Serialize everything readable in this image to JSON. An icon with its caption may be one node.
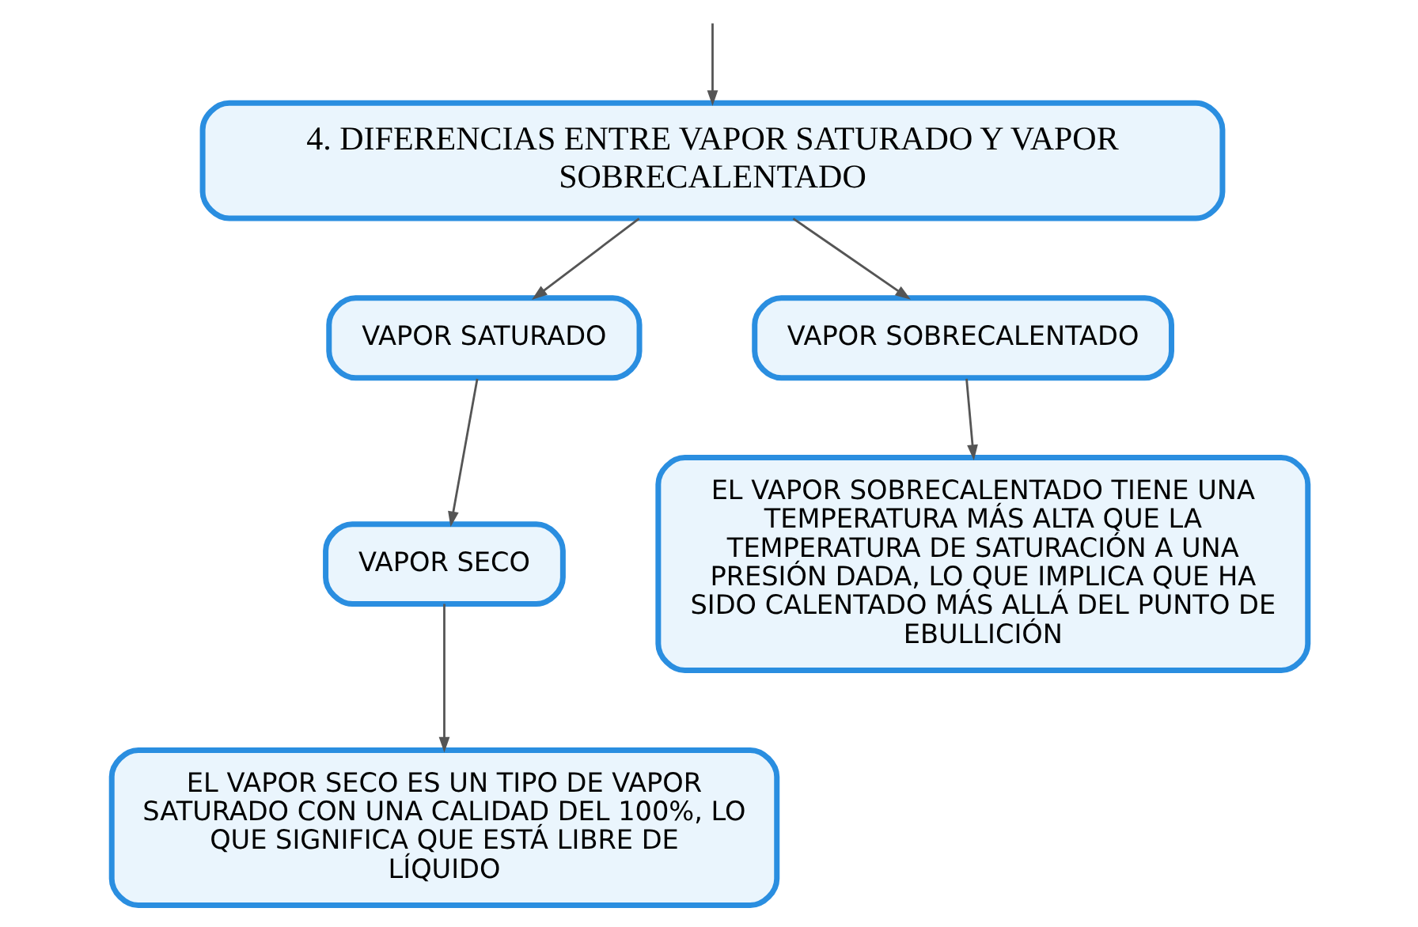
{
  "diagram": {
    "nodes": [
      {
        "text": [
          "4. DIFERENCIAS ENTRE VAPOR SATURADO Y VAPOR SOBRECALENTADO"
        ]
      },
      {
        "text": [
          "VAPOR SATURADO"
        ]
      },
      {
        "text": [
          "VAPOR SOBRECALENTADO"
        ]
      },
      {
        "text": [
          "VAPOR SECO"
        ]
      },
      {
        "text": [
          "EL VAPOR SECO ES UN TIPO DE VAPOR SATURADO CON UNA CALIDAD DEL 100%, LO QUE SIGNIFICA QUE ESTÁ LIBRE DE LÍQUIDO"
        ]
      },
      {
        "text": [
          "EL VAPOR SOBRECALENTADO TIENE UNA TEMPERATURA MÁS ALTA QUE LA TEMPERATURA DE SATURACIÓN A UNA PRESIÓN DADA, LO QUE IMPLICA QUE HA SIDO CALENTADO MÁS ALLÁ DEL PUNTO DE EBULLICIÓN"
        ]
      }
    ],
    "edges": [
      {
        "from": null,
        "to": 0,
        "arrow": "to"
      },
      {
        "from": 0,
        "to": 1,
        "arrow": "to"
      },
      {
        "from": 0,
        "to": 2,
        "arrow": "to"
      },
      {
        "from": 1,
        "to": 3,
        "arrow": "to"
      },
      {
        "from": 3,
        "to": 4,
        "arrow": "to"
      },
      {
        "from": 2,
        "to": 5,
        "arrow": "to"
      }
    ]
  }
}
